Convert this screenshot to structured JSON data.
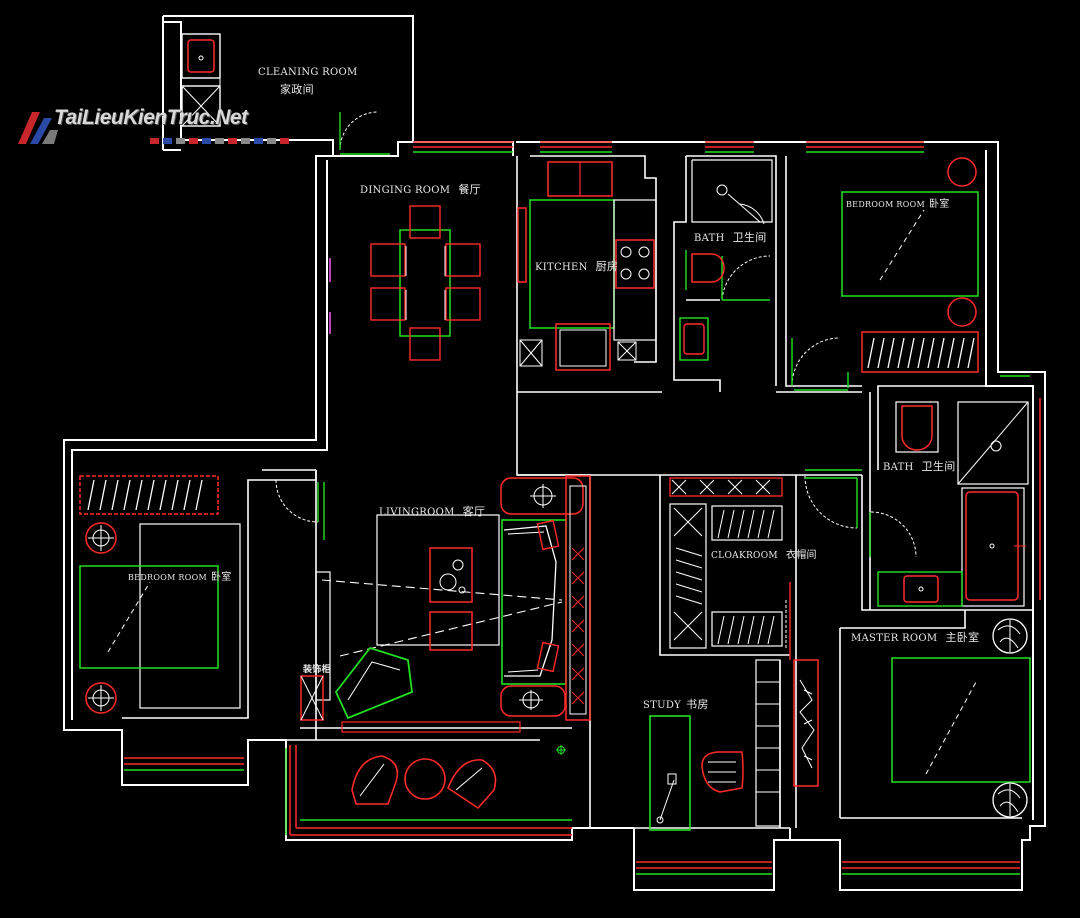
{
  "watermark": {
    "text": "TaiLieuKienTruc.Net",
    "dot_colors": [
      "#c8262a",
      "#2b4aa8",
      "#888888",
      "#c8262a",
      "#2b4aa8",
      "#888888",
      "#c8262a",
      "#888888",
      "#2b4aa8",
      "#888888",
      "#c8262a"
    ]
  },
  "rooms": {
    "cleaning": {
      "en": "CLEANING ROOM",
      "cn": "家政间"
    },
    "dining": {
      "en": "DINGING ROOM",
      "cn": "餐厅"
    },
    "kitchen": {
      "en": "KITCHEN",
      "cn": "厨房"
    },
    "bath1": {
      "en": "BATH",
      "cn": "卫生间"
    },
    "bedroom_ne": {
      "en": "BEDROOM ROOM",
      "cn": "卧室"
    },
    "bath2": {
      "en": "BATH",
      "cn": "卫生间"
    },
    "living": {
      "en": "LIVINGROOM",
      "cn": "客厅"
    },
    "cloak": {
      "en": "CLOAKROOM",
      "cn": "衣帽间"
    },
    "bedroom_w": {
      "en": "BEDROOM ROOM",
      "cn": "卧室"
    },
    "study": {
      "en": "STUDY",
      "cn": "书房"
    },
    "master": {
      "en": "MASTER ROOM",
      "cn": "主卧室"
    },
    "cabinet": {
      "cn": "装饰柜"
    }
  },
  "colors": {
    "wall": "#ffffff",
    "furniture": "#ff2a2a",
    "fixture": "#22e022",
    "hatch": "#e0e0e0",
    "magenta": "#c040c0",
    "background": "#000000"
  }
}
